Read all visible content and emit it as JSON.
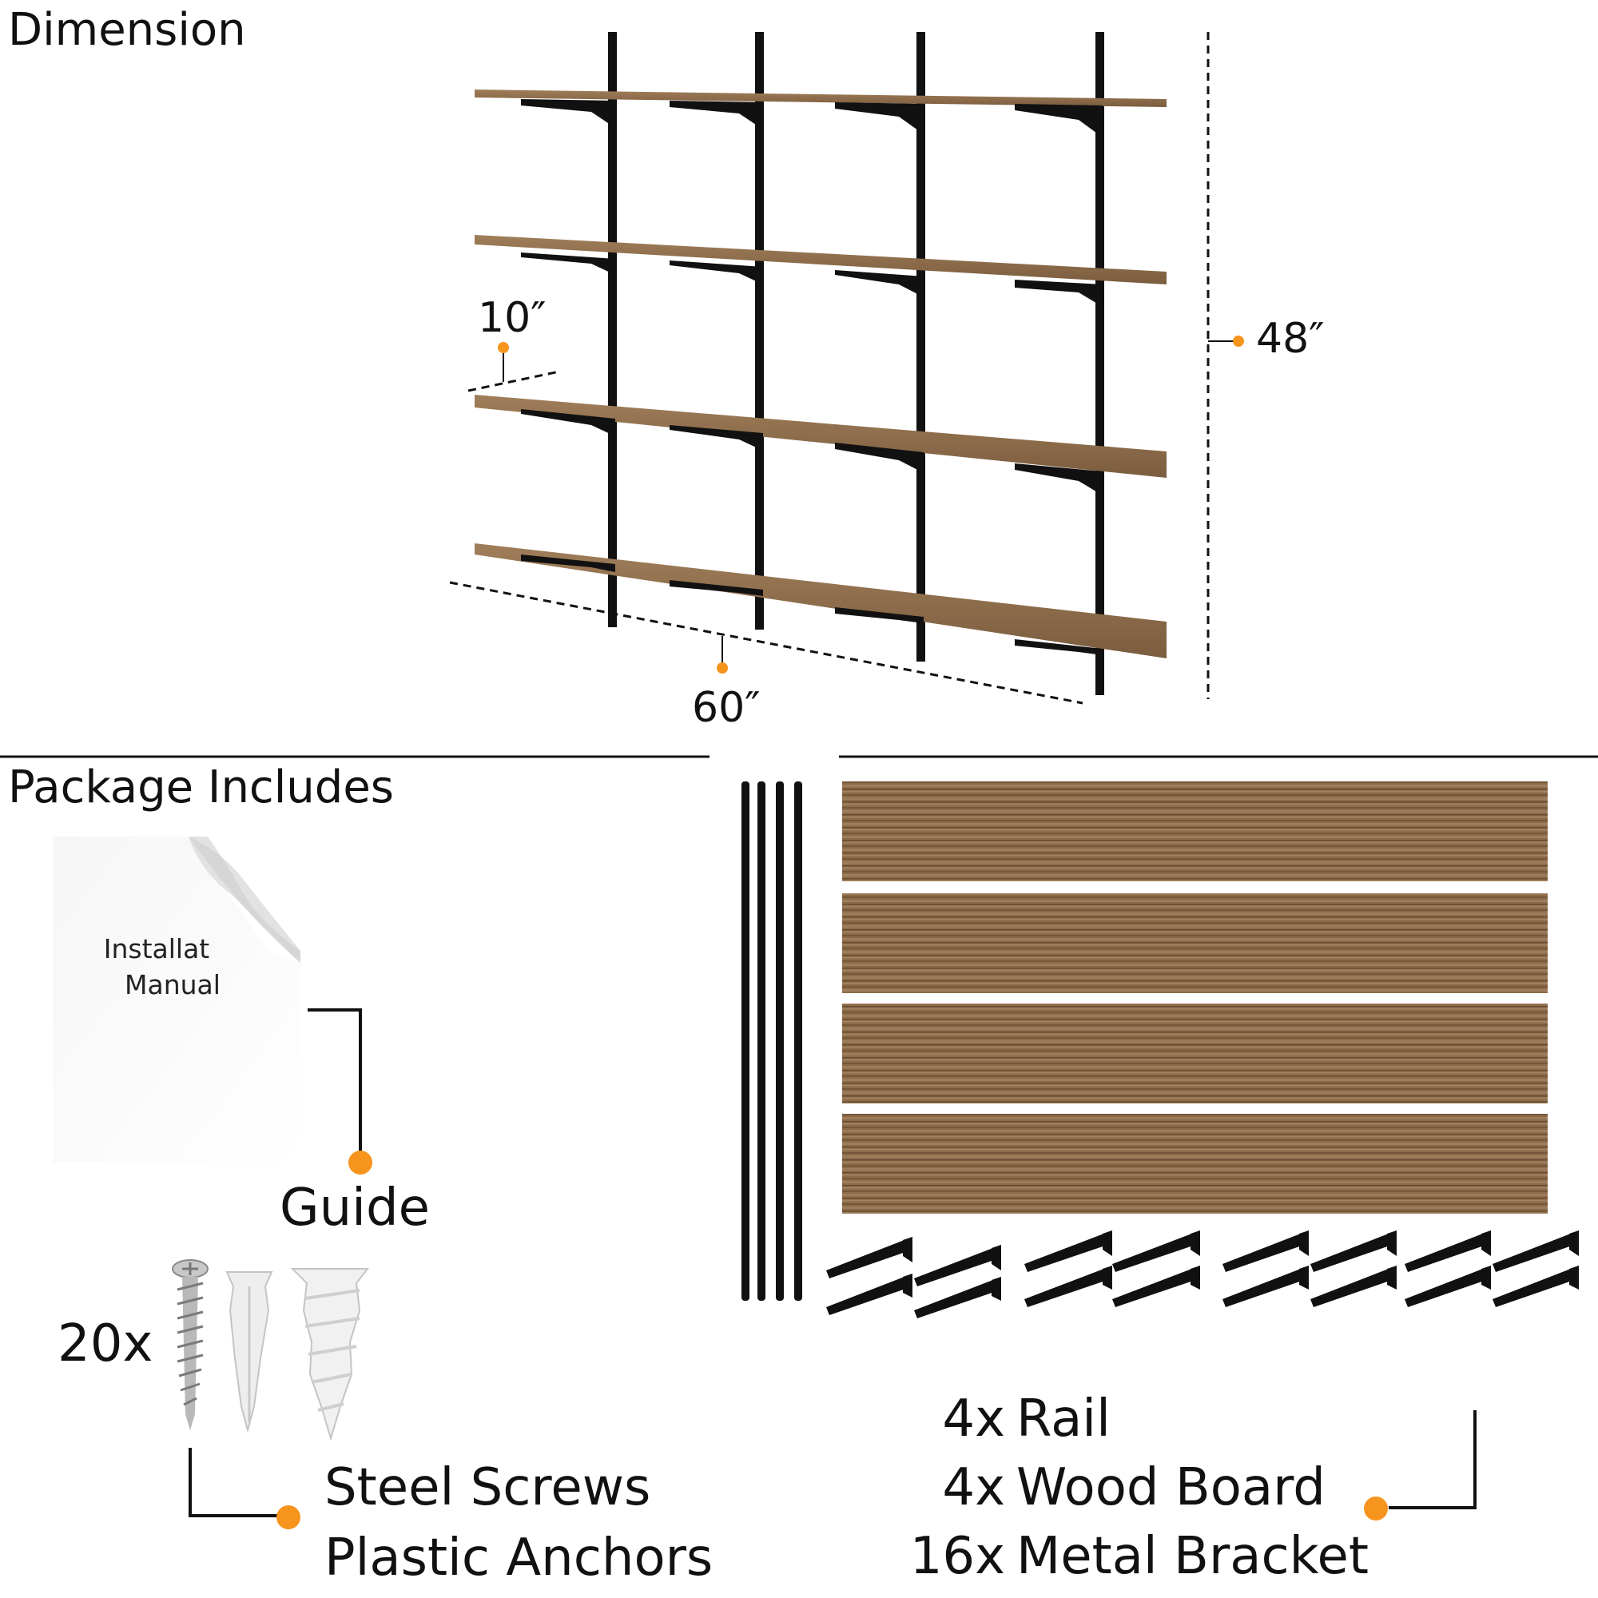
{
  "sections": {
    "dimension_title": "Dimension",
    "package_title": "Package Includes"
  },
  "dimensions": {
    "depth": "10″",
    "height": "48″",
    "width": "60″"
  },
  "package": {
    "manual_line1": "Installat",
    "manual_line2": "Manual",
    "guide_label": "Guide",
    "hardware_count": "20x",
    "hardware_line1": "Steel Screws",
    "hardware_line2": "Plastic Anchors",
    "items": [
      {
        "count": "4x",
        "name": "Rail"
      },
      {
        "count": "4x",
        "name": "Wood Board"
      },
      {
        "count": "16x",
        "name": "Metal Bracket"
      }
    ]
  },
  "colors": {
    "accent": "#f7941d",
    "wood": "#8a6a48",
    "metal": "#111111"
  }
}
